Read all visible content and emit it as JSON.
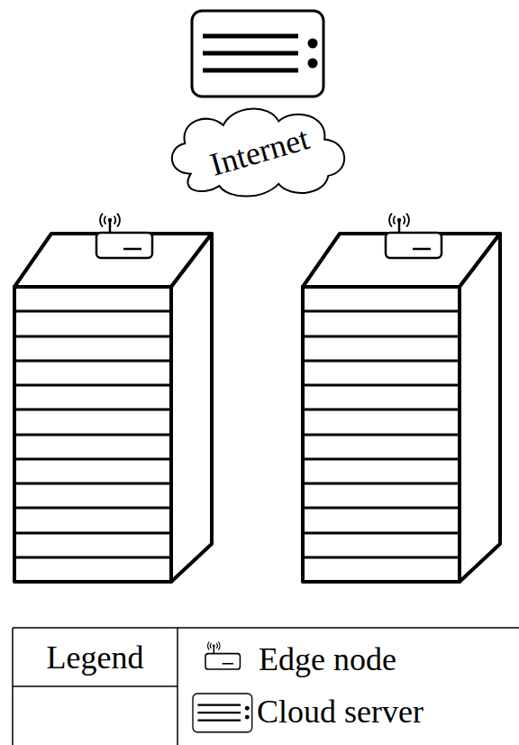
{
  "diagram": {
    "nodes": [
      {
        "text": [
          "Internet"
        ]
      }
    ],
    "labels": [
      "Legend"
    ],
    "legend": [
      {
        "text": "Edge node"
      },
      {
        "text": "Cloud server"
      }
    ]
  }
}
